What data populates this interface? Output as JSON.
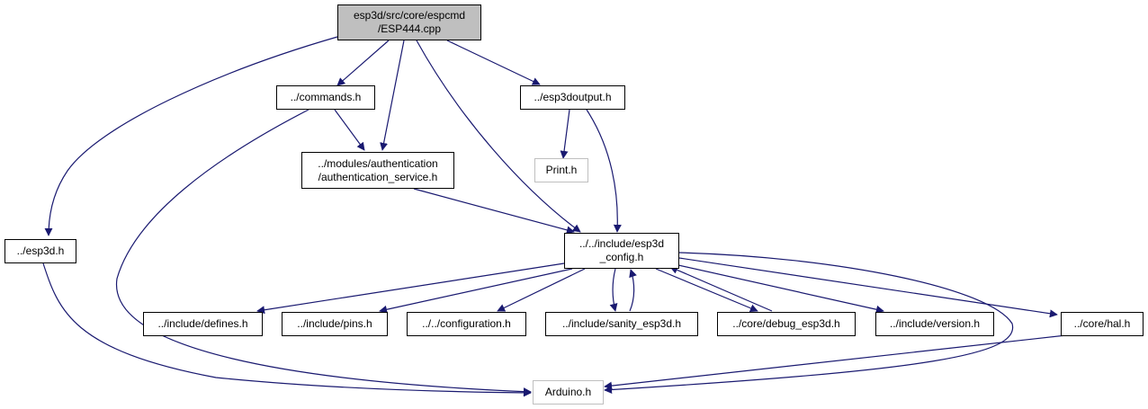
{
  "colors": {
    "edge": "#191970",
    "root_fill": "#bfbfbf",
    "external_border": "#bfbfbf",
    "node_border": "#000000"
  },
  "nodes": {
    "root": {
      "line1": "esp3d/src/core/espcmd",
      "line2": "/ESP444.cpp"
    },
    "commands": {
      "line1": "../commands.h"
    },
    "esp3doutput": {
      "line1": "../esp3doutput.h"
    },
    "authentication": {
      "line1": "../modules/authentication",
      "line2": "/authentication_service.h"
    },
    "print": {
      "line1": "Print.h"
    },
    "esp3d": {
      "line1": "../esp3d.h"
    },
    "esp3d_config": {
      "line1": "../../include/esp3d",
      "line2": "_config.h"
    },
    "defines": {
      "line1": "../include/defines.h"
    },
    "pins": {
      "line1": "../include/pins.h"
    },
    "configuration": {
      "line1": "../../configuration.h"
    },
    "sanity": {
      "line1": "../include/sanity_esp3d.h"
    },
    "debug": {
      "line1": "../core/debug_esp3d.h"
    },
    "version": {
      "line1": "../include/version.h"
    },
    "hal": {
      "line1": "../core/hal.h"
    },
    "arduino": {
      "line1": "Arduino.h"
    }
  }
}
